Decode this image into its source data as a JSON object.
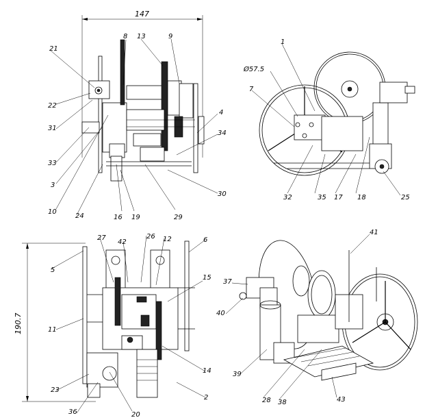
{
  "dimensions": {
    "width_label": "147",
    "height_label": "190.7",
    "diameter_label": "Ø57.5"
  },
  "labels": {
    "l1": "1",
    "l2": "2",
    "l3": "3",
    "l4": "4",
    "l5": "5",
    "l6": "6",
    "l7": "7",
    "l8": "8",
    "l9": "9",
    "l10": "10",
    "l11": "11",
    "l12": "12",
    "l13": "13",
    "l14": "14",
    "l15": "15",
    "l16": "16",
    "l17": "17",
    "l18": "18",
    "l19": "19",
    "l20": "20",
    "l21": "21",
    "l22": "22",
    "l23": "23",
    "l24": "24",
    "l25": "25",
    "l26": "26",
    "l27": "27",
    "l28": "28",
    "l29": "29",
    "l30": "30",
    "l31": "31",
    "l32": "32",
    "l33": "33",
    "l34": "34",
    "l35": "35",
    "l36": "36",
    "l37": "37",
    "l38": "38",
    "l39": "39",
    "l40": "40",
    "l41": "41",
    "l42": "42",
    "l43": "43"
  }
}
